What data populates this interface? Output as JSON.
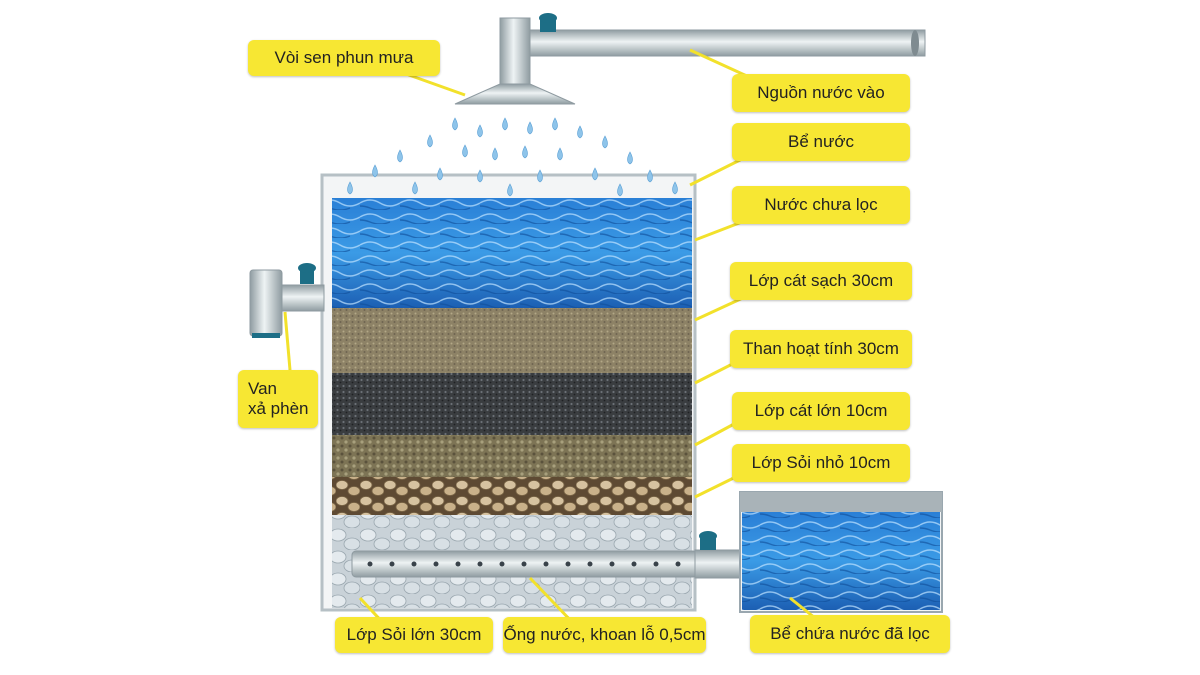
{
  "labels": {
    "shower_head": "Vòi sen phun mưa",
    "water_source": "Nguồn nước vào",
    "water_tank": "Bể nước",
    "unfiltered_water": "Nước chưa lọc",
    "clean_sand": "Lớp cát sạch 30cm",
    "activated_carbon": "Than hoạt tính  30cm",
    "coarse_sand": "Lớp cát lớn 10cm",
    "small_gravel": "Lớp Sỏi nhỏ  10cm",
    "drain_valve_line1": "Van",
    "drain_valve_line2": "xả phèn",
    "large_gravel": "Lớp Sỏi lớn 30cm",
    "perforated_pipe": "Ống nước, khoan lỗ 0,5cm",
    "filtered_tank": "Bể chứa nước đã lọc"
  },
  "colors": {
    "label_bg": "#f7e733",
    "water": "#1f6fc4",
    "pipe": "#b9c4c8",
    "valve": "#1d6e86"
  }
}
